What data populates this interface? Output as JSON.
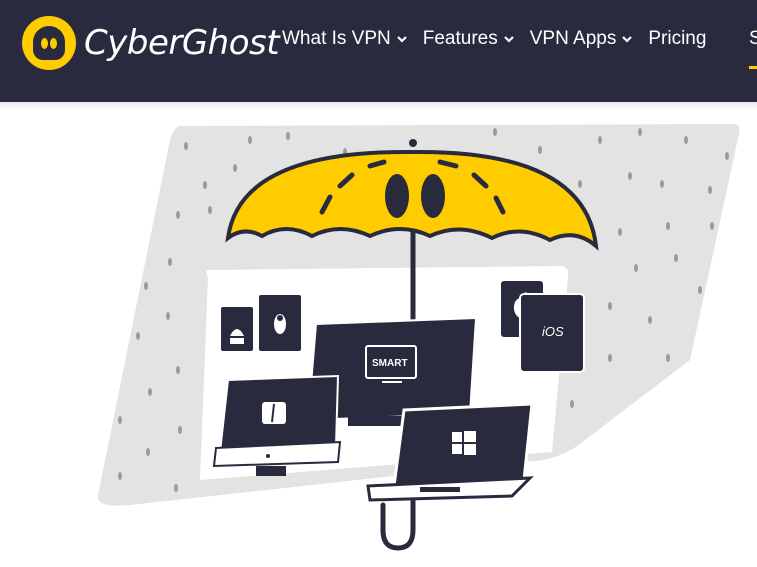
{
  "brand": {
    "name": "CyberGhost",
    "accent": "#ffcc00",
    "navy": "#292a3d",
    "rain_bg": "#e3e3e3"
  },
  "nav": {
    "items": [
      {
        "label": "What Is VPN",
        "has_dropdown": true,
        "icon": "chevron-down-icon"
      },
      {
        "label": "Features",
        "has_dropdown": true,
        "icon": "chevron-down-icon"
      },
      {
        "label": "VPN Apps",
        "has_dropdown": true,
        "icon": "chevron-down-icon"
      },
      {
        "label": "Pricing",
        "has_dropdown": false
      }
    ],
    "cut_item": "S"
  },
  "hero": {
    "smart_label": "SMART",
    "ios_label": "iOS",
    "devices": [
      "android-phone-icon",
      "linux-tablet-icon",
      "apple-phone-icon",
      "ios-tablet-icon",
      "smart-tv-icon",
      "mac-monitor-icon",
      "windows-laptop-icon"
    ]
  }
}
